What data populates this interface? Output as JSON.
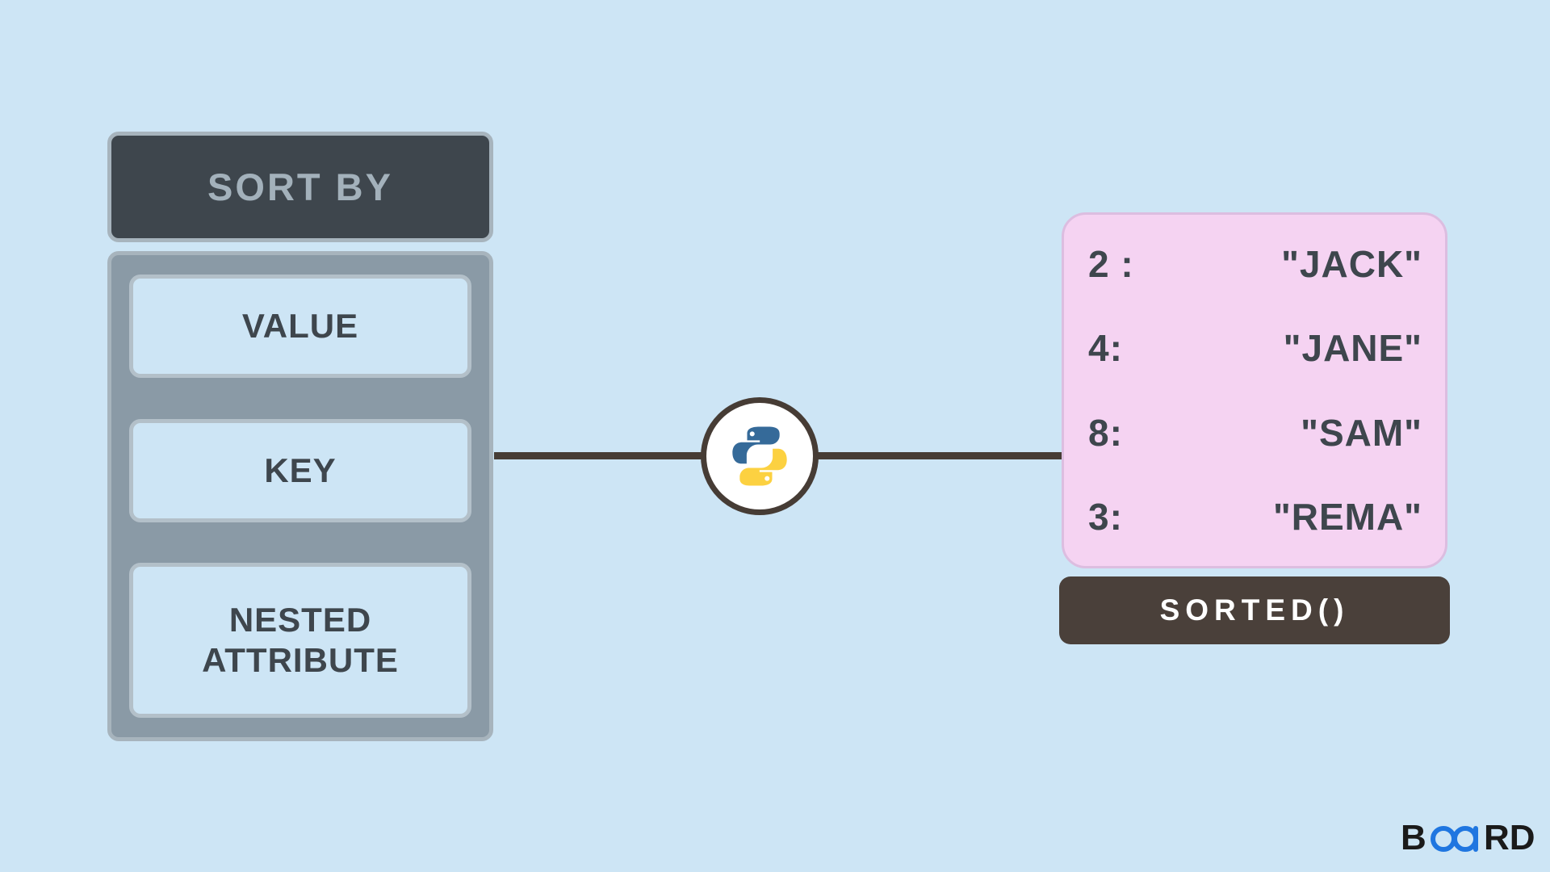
{
  "background_color": "#cde5f5",
  "sort_panel": {
    "header_label": "SORT BY",
    "header_bg": "#3e464d",
    "header_text_color": "#a3b1bb",
    "body_bg": "#8a9aa6",
    "options": [
      {
        "label": "VALUE"
      },
      {
        "label": "KEY"
      },
      {
        "label": "NESTED ATTRIBUTE",
        "line1": "NESTED",
        "line2": "ATTRIBUTE"
      }
    ]
  },
  "python_badge": {
    "icon": "python-logo-icon",
    "blue": "#356a99",
    "yellow": "#fcd141",
    "ring": "#463c35"
  },
  "connector": {
    "color": "#463c35"
  },
  "result_panel": {
    "card_bg": "#f5d3f2",
    "rows": [
      {
        "key": "2 :",
        "value": "\"JACK\""
      },
      {
        "key": "4:",
        "value": "\"JANE\""
      },
      {
        "key": "8:",
        "value": "\"SAM\""
      },
      {
        "key": "3:",
        "value": "\"REMA\""
      }
    ],
    "button_label": "SORTED()",
    "button_bg": "#4a403a",
    "button_text_color": "#ffffff"
  },
  "brand": {
    "text_before": "B",
    "text_mark": "∞",
    "text_after": "RD",
    "full": "BOARD",
    "dark": "#1a1a1a",
    "accent": "#1f76e0"
  }
}
